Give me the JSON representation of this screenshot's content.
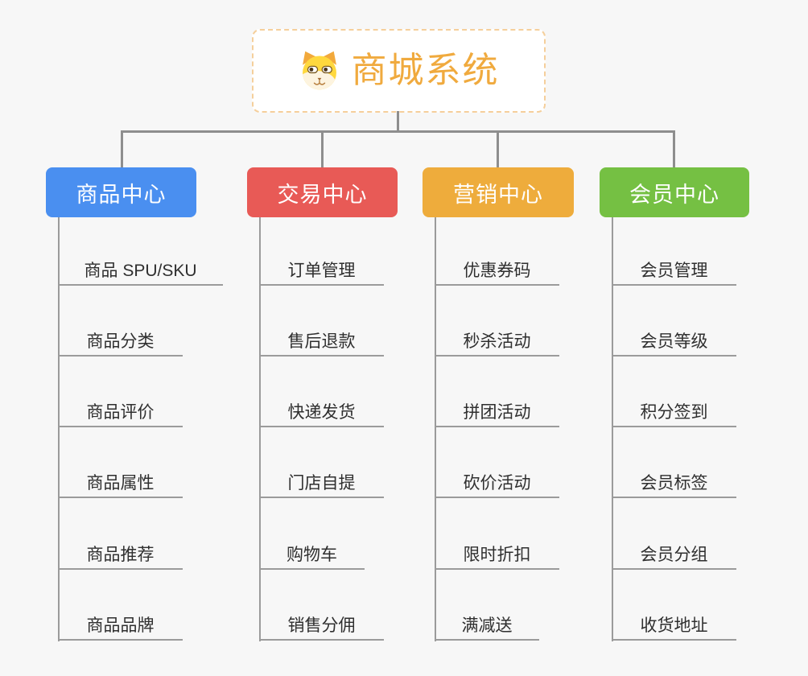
{
  "root": {
    "title": "商城系统",
    "icon": "dog-face-icon",
    "accent_color": "#f0aa3e",
    "border_color": "#f5cf9b"
  },
  "branches": [
    {
      "label": "商品中心",
      "color": "#4a8ff0",
      "children": [
        "商品 SPU/SKU",
        "商品分类",
        "商品评价",
        "商品属性",
        "商品推荐",
        "商品品牌"
      ]
    },
    {
      "label": "交易中心",
      "color": "#e85a56",
      "children": [
        "订单管理",
        "售后退款",
        "快递发货",
        "门店自提",
        "购物车",
        "销售分佣"
      ]
    },
    {
      "label": "营销中心",
      "color": "#eeac3c",
      "children": [
        "优惠券码",
        "秒杀活动",
        "拼团活动",
        "砍价活动",
        "限时折扣",
        "满减送"
      ]
    },
    {
      "label": "会员中心",
      "color": "#75c043",
      "children": [
        "会员管理",
        "会员等级",
        "积分签到",
        "会员标签",
        "会员分组",
        "收货地址"
      ]
    }
  ],
  "style": {
    "background": "#f7f7f7",
    "connector_color": "#8e8e8e",
    "leaf_line_color": "#9b9b9b",
    "leaf_text_color": "#2f2f2f"
  }
}
